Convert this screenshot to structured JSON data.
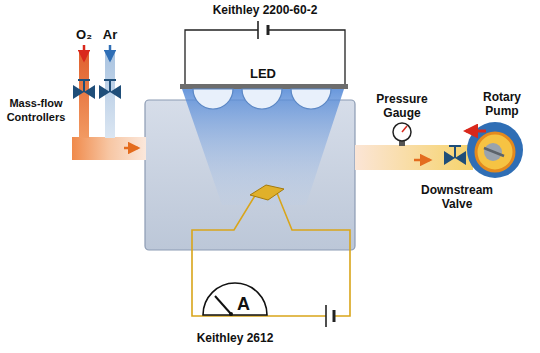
{
  "diagram": {
    "nodes": [
      {
        "text": [
          "A"
        ]
      }
    ],
    "labels": [
      "Keithley 2200-60-2",
      "LED",
      "O₂",
      "Ar",
      "Mass-flow Controllers",
      "Pressure Gauge",
      "Downstream Valve",
      "Rotary Pump",
      "Keithley 2612"
    ]
  }
}
